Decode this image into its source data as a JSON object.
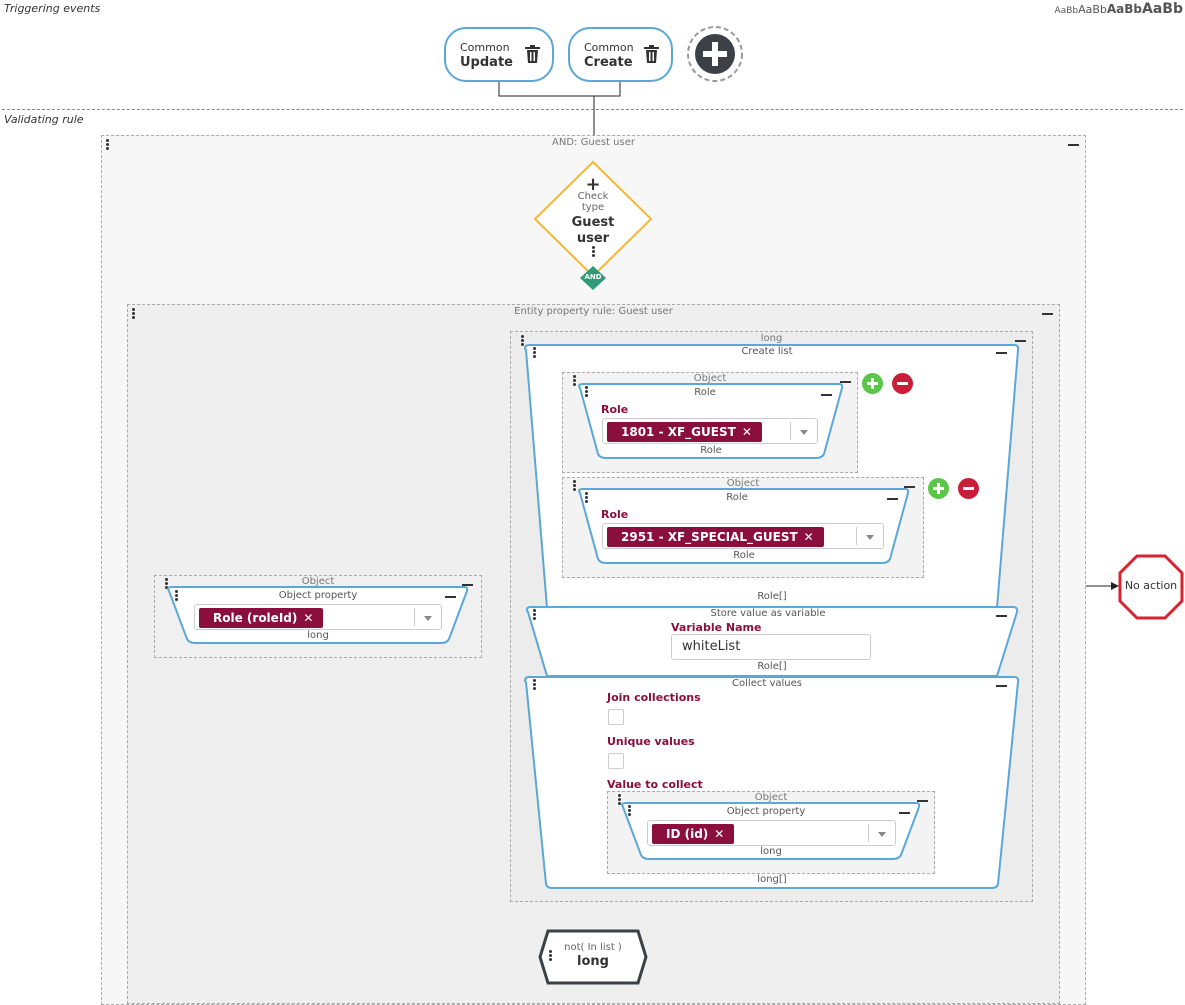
{
  "sections": {
    "triggering_label": "Triggering events",
    "validating_label": "Validating rule",
    "font_sizes": [
      "AaBb",
      "AaBb",
      "AaBb",
      "AaBb"
    ]
  },
  "triggers": [
    {
      "line1": "Common",
      "line2": "Update",
      "icon": "trash-icon"
    },
    {
      "line1": "Common",
      "line2": "Create",
      "icon": "trash-icon"
    }
  ],
  "add_trigger_icon": "plus-icon",
  "and_group": {
    "title": "AND: Guest user"
  },
  "check_node": {
    "plus": "+",
    "line1": "Check",
    "line2": "type",
    "line3": "Guest",
    "line4": "user",
    "badge": "AND"
  },
  "entity_group": {
    "title": "Entity property rule: Guest user"
  },
  "left_object": {
    "title": "Object",
    "prop_title": "Object property",
    "chip": "Role (roleId)",
    "type": "long"
  },
  "long_group": {
    "title": "long"
  },
  "create_list": {
    "title": "Create list",
    "items": [
      {
        "object_title": "Object",
        "role_title": "Role",
        "field_label": "Role",
        "chip": "1801 - XF_GUEST",
        "type": "Role"
      },
      {
        "object_title": "Object",
        "role_title": "Role",
        "field_label": "Role",
        "chip": "2951 - XF_SPECIAL_GUEST",
        "type": "Role"
      }
    ],
    "result_type": "Role[]"
  },
  "store_value": {
    "title": "Store value as variable",
    "field_label": "Variable Name",
    "value": "whiteList",
    "result_type": "Role[]"
  },
  "collect": {
    "title": "Collect values",
    "join_label": "Join collections",
    "join_checked": false,
    "unique_label": "Unique values",
    "unique_checked": false,
    "value_label": "Value to collect",
    "object_title": "Object",
    "prop_title": "Object property",
    "chip": "ID (id)",
    "type": "long",
    "result_type": "long[]"
  },
  "in_list": {
    "line1": "not( In list )",
    "line2": "long"
  },
  "no_action": {
    "label": "No action"
  },
  "colors": {
    "accent_blue": "#5aa7d8",
    "chip_red": "#8a0f3d",
    "diamond": "#f5b731",
    "and_badge": "#2e9b78",
    "stop_red": "#d6232f",
    "add_green": "#5cc64a",
    "remove_red": "#c81e3a"
  }
}
